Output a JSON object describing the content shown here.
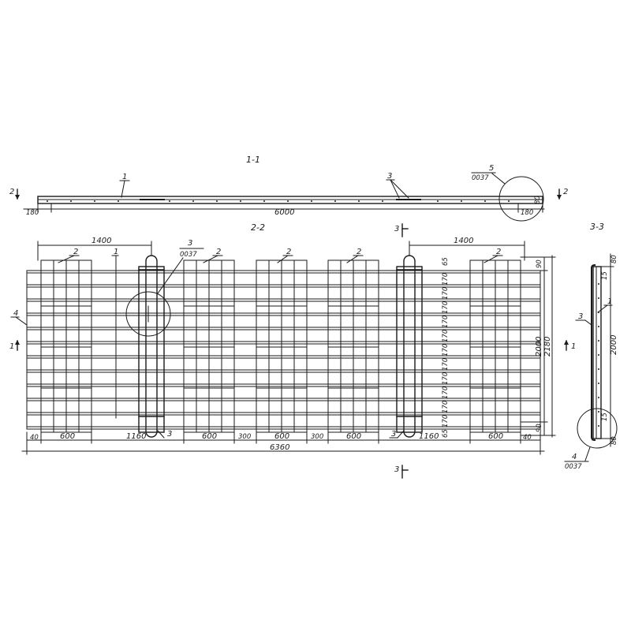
{
  "section_titles": {
    "s11": "1-1",
    "s22": "2-2",
    "s33": "3-3"
  },
  "section_marks": {
    "two": "2",
    "one": "1",
    "three": "3"
  },
  "callouts": {
    "node5_num": "5",
    "node5_ref": "0037",
    "node3_num": "3",
    "node3_ref": "0037",
    "node4_num": "4",
    "node4_ref": "0037"
  },
  "positions": {
    "p1": "1",
    "p2": "2",
    "p3": "3",
    "p4": "4"
  },
  "dims_11": {
    "end_left": "180",
    "length": "6000",
    "end_right": "180",
    "thickness": "80"
  },
  "dims_22": {
    "top_left": "1400",
    "top_right": "1400",
    "bottom": [
      "40",
      "600",
      "1160",
      "600",
      "300",
      "600",
      "300",
      "600",
      "1160",
      "600",
      "40"
    ],
    "total": "6360",
    "right_top": "90",
    "right_bottom": "90",
    "right_inner": "2000",
    "right_outer": "2180",
    "spacing_top": "65",
    "spacing": "170",
    "spacing_bottom": "65"
  },
  "dims_33": {
    "top": "80",
    "cover_top": "15",
    "height": "2000",
    "cover_bottom": "15",
    "bottom": "80"
  }
}
